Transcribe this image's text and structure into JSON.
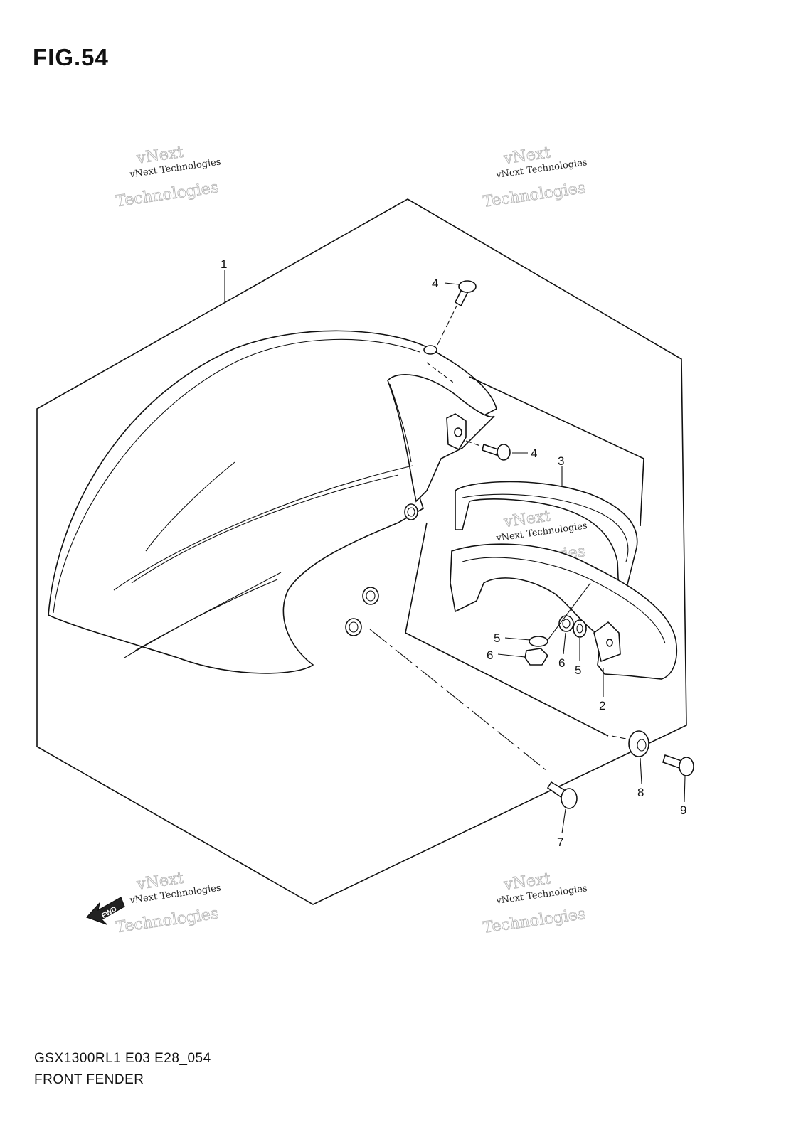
{
  "figure": {
    "title": "FIG.54",
    "model_code": "GSX1300RL1 E03 E28_054",
    "section_name": "FRONT FENDER"
  },
  "callouts": [
    {
      "id": "c1",
      "label": "1"
    },
    {
      "id": "c2",
      "label": "2"
    },
    {
      "id": "c3",
      "label": "3"
    },
    {
      "id": "c4a",
      "label": "4"
    },
    {
      "id": "c4b",
      "label": "4"
    },
    {
      "id": "c5a",
      "label": "5"
    },
    {
      "id": "c5b",
      "label": "5"
    },
    {
      "id": "c6a",
      "label": "6"
    },
    {
      "id": "c6b",
      "label": "6"
    },
    {
      "id": "c7",
      "label": "7"
    },
    {
      "id": "c8",
      "label": "8"
    },
    {
      "id": "c9",
      "label": "9"
    }
  ],
  "watermark": {
    "line1": "vNext",
    "line2": "vNext Technologies",
    "line3": "Technologies"
  },
  "direction_badge": {
    "label": "FWD",
    "icon": "forward-arrow-icon"
  }
}
